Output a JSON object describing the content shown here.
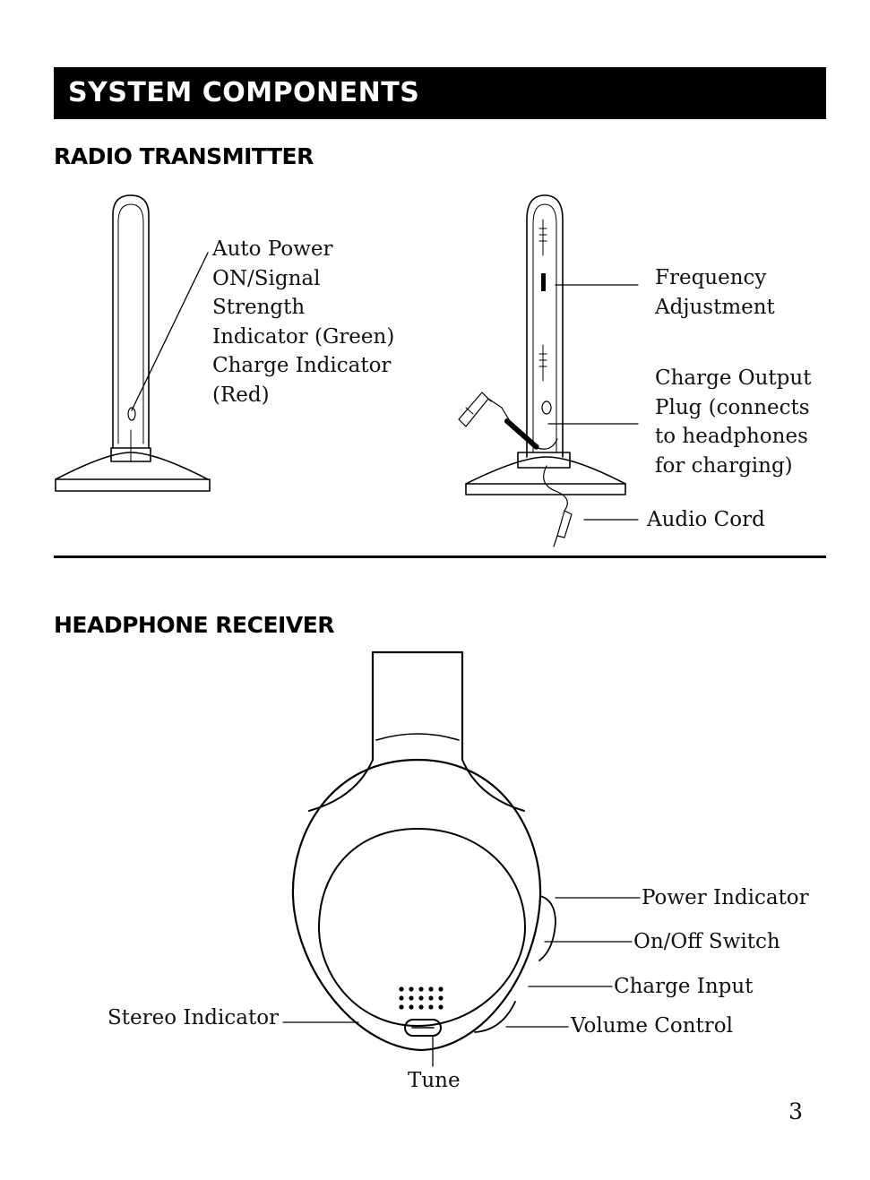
{
  "header": {
    "title": "SYSTEM COMPONENTS"
  },
  "radio_transmitter": {
    "heading": "RADIO TRANSMITTER",
    "labels": {
      "auto_power": "Auto Power\nON/Signal\nStrength\nIndicator (Green)\nCharge Indicator\n(Red)",
      "frequency": "Frequency\nAdjustment",
      "charge_output": "Charge Output\nPlug (connects\nto headphones\nfor charging)",
      "audio_cord": "Audio Cord"
    }
  },
  "headphone_receiver": {
    "heading": "HEADPHONE RECEIVER",
    "labels": {
      "power_indicator": "Power Indicator",
      "on_off": "On/Off Switch",
      "charge_input": "Charge Input",
      "volume": "Volume Control",
      "stereo": "Stereo Indicator",
      "tune": "Tune"
    }
  },
  "footer": {
    "page_number": "3"
  }
}
